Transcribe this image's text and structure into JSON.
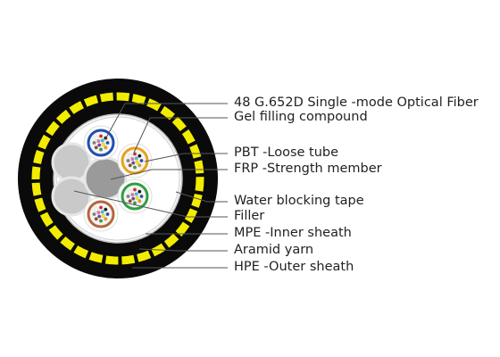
{
  "colors": {
    "outer_sheath": "#0a0a0a",
    "aramid_yarn": "#f2ec00",
    "tube_border": "#d8d8d8",
    "filler": "#c9c9c9",
    "frp": "#9a9a9a",
    "leader_line": "#666666",
    "tube_colors": [
      "#1f4fb0",
      "#e8a11a",
      "#2f9e3f",
      "#b5653a"
    ]
  },
  "labels": [
    "48 G.652D Single -mode Optical Fiber",
    "Gel filling compound",
    "PBT -Loose tube",
    "FRP -Strength member",
    "Water blocking tape",
    "Filler",
    "MPE -Inner sheath",
    "Aramid yarn",
    "HPE -Outer sheath"
  ]
}
